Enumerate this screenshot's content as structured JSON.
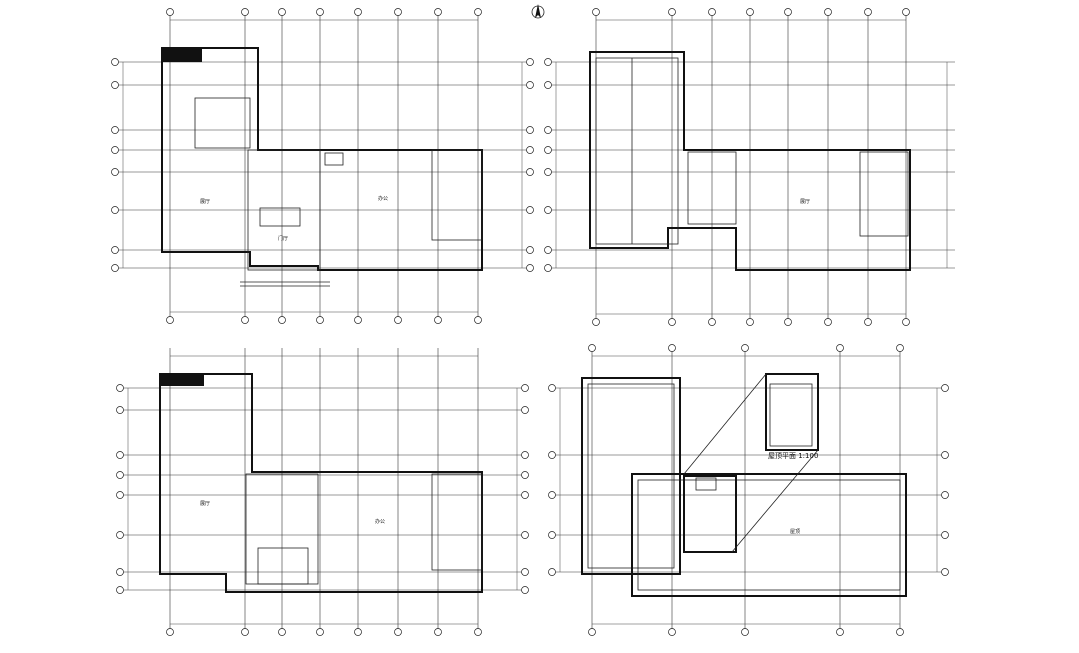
{
  "north_marker": "N",
  "callout": {
    "scale_label": "屋顶平面 1:100"
  },
  "room_labels": {
    "plan1_hall": "展厅",
    "plan1_office": "办公",
    "plan1_lobby": "门厅",
    "plan2_hall": "展厅",
    "plan3_hall": "展厅",
    "plan3_office": "办公",
    "plan4_roof": "屋顶"
  }
}
